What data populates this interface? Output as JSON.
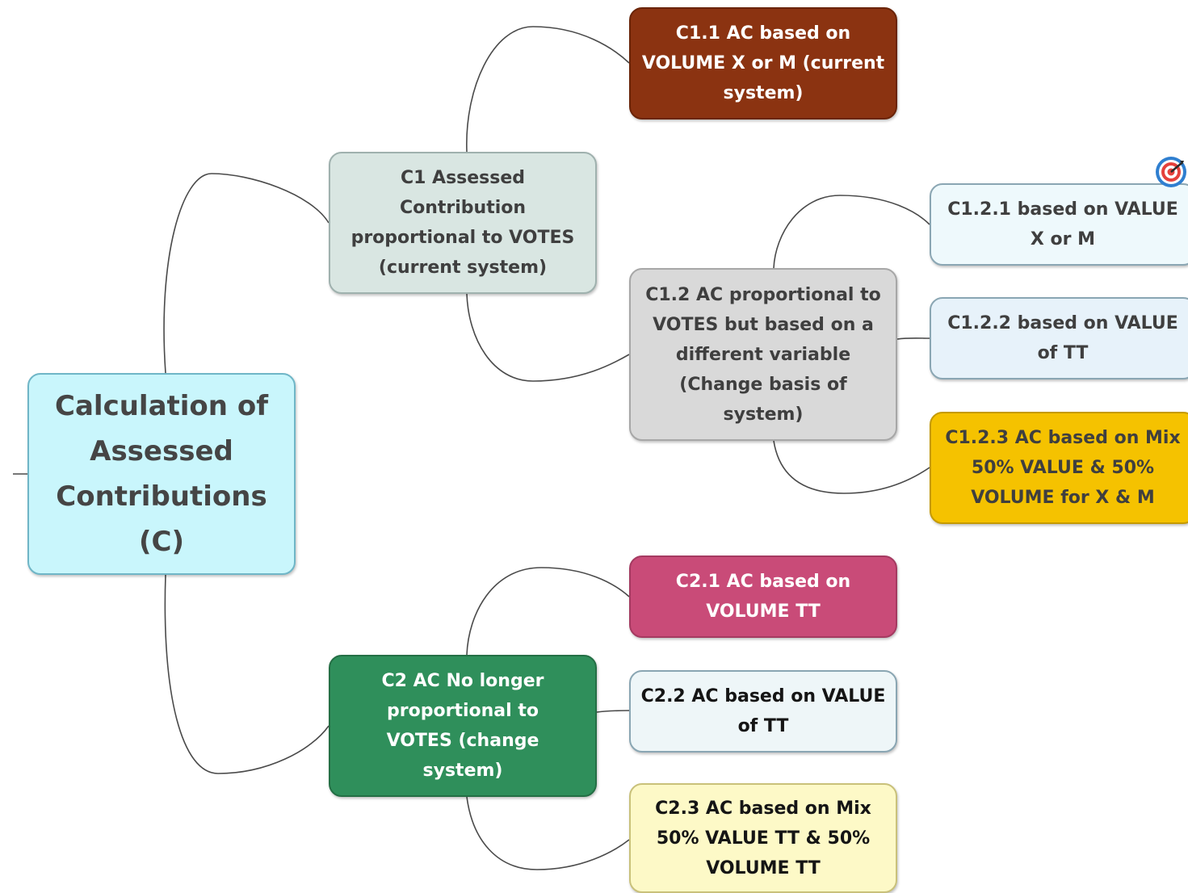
{
  "diagram": {
    "root": {
      "label": "Calculation of\nAssessed\nContributions\n(C)"
    },
    "c1": {
      "label": "C1 Assessed\nContribution\nproportional  to VOTES\n(current system)"
    },
    "c1_1": {
      "label": "C1.1 AC based on\nVOLUME X or M (current\nsystem)"
    },
    "c1_2": {
      "label": "C1.2   AC proportional to\nVOTES but based on a\ndifferent variable\n(Change basis of\nsystem)"
    },
    "c1_2_1": {
      "label": "C1.2.1  based on VALUE\nX or M"
    },
    "c1_2_2": {
      "label": "C1.2.2   based on VALUE\nof TT"
    },
    "c1_2_3": {
      "label": "C1.2.3  AC based on Mix\n50%  VALUE & 50%\nVOLUME for X & M"
    },
    "c2": {
      "label": "C2  AC No longer\nproportional to\nVOTES     (change\nsystem)"
    },
    "c2_1": {
      "label": "C2.1 AC based on\nVOLUME TT"
    },
    "c2_2": {
      "label": "C2.2 AC based on VALUE\nof TT"
    },
    "c2_3": {
      "label": "C2.3 AC based on Mix\n50% VALUE TT & 50%\nVOLUME TT"
    }
  },
  "colors": {
    "root": "#c9f6fc",
    "c1": "#d9e6e2",
    "c1_1": "#8b3311",
    "c1_2": "#d9d9d9",
    "c1_2_1": "#eef9fc",
    "c1_2_2": "#e7f2fa",
    "c1_2_3": "#f5c200",
    "c2": "#2f8f5b",
    "c2_1": "#c94b78",
    "c2_2": "#eef6f8",
    "c2_3": "#fdf9c7",
    "connector": "#4a4a4a"
  },
  "icons": {
    "marker": "target-icon"
  }
}
